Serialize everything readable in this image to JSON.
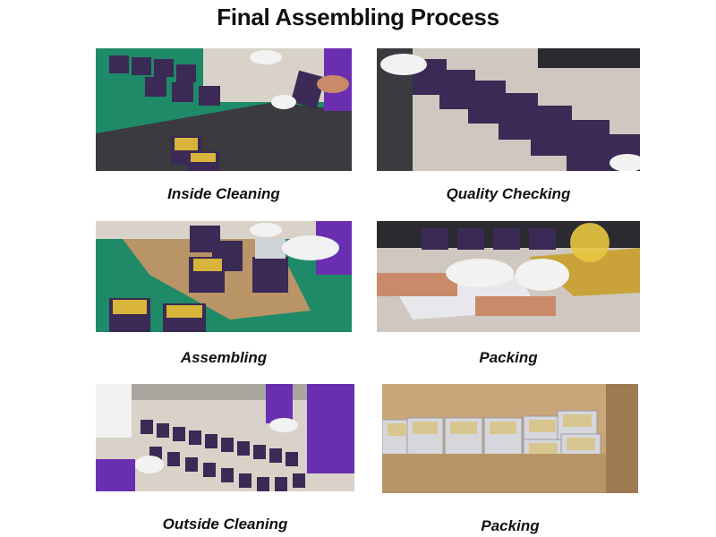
{
  "page": {
    "title": "Final Assembling Process"
  },
  "steps": [
    {
      "caption": "Inside Cleaning"
    },
    {
      "caption": "Quality Checking"
    },
    {
      "caption": "Assembling"
    },
    {
      "caption": "Packing"
    },
    {
      "caption": "Outside Cleaning"
    },
    {
      "caption": "Packing"
    }
  ],
  "colors": {
    "tin_purple": "#3a2a55",
    "tin_gold": "#d8b43a",
    "belt_green": "#1f8a68",
    "glove_white": "#f2f2f2",
    "shirt_purple": "#6a2fb0"
  }
}
